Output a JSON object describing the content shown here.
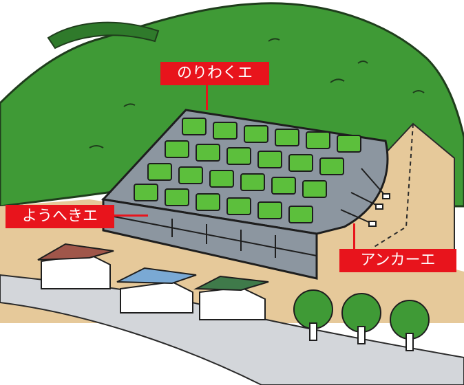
{
  "labels": {
    "slope_frame": "のりわくエ",
    "retaining_wall": "ようへきエ",
    "anchor": "アンカーエ"
  },
  "colors": {
    "label_bg": "#e8141c",
    "label_text": "#ffffff",
    "hill_green": "#3f9a36",
    "frame_gray": "#8c96a0",
    "grass_green": "#5cbf3c",
    "soil_tan": "#e6c99a",
    "road_gray": "#d3d6da"
  }
}
